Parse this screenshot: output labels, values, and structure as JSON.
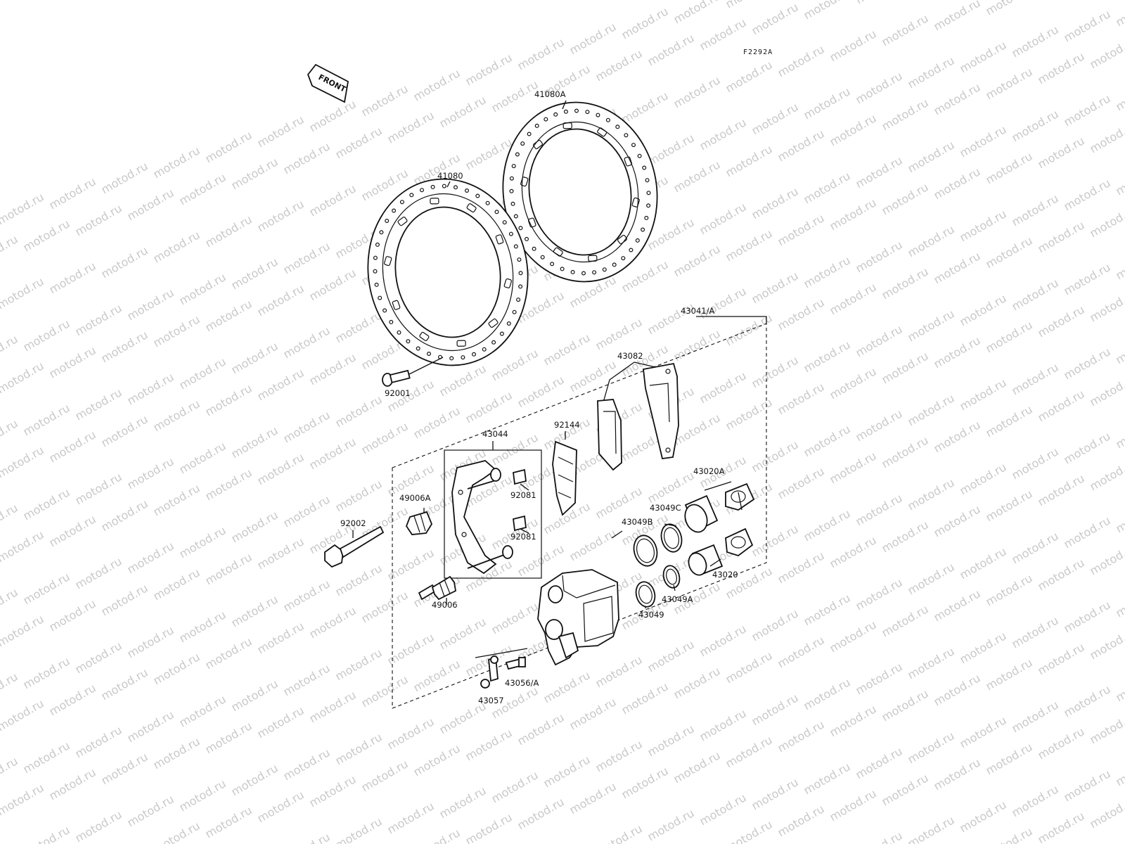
{
  "figure_code": "F2292A",
  "front_label": "FRONT",
  "watermark": "motod.ru",
  "parts": {
    "disc_rear": "41080A",
    "disc_front": "41080",
    "disc_bolt": "92001",
    "caliper_assy": "43041/A",
    "pads": "43082",
    "pad_spring": "92144",
    "bracket": "43044",
    "clip_upper": "92081",
    "clip_lower": "92081",
    "boot_a": "49006A",
    "caliper_bolt": "92002",
    "boot": "49006",
    "piston_a": "43020A",
    "seal_c": "43049C",
    "seal_b": "43049B",
    "piston": "43020",
    "seal_a": "43049A",
    "seal": "43049",
    "bleeder": "43056/A",
    "bleeder_cap": "43057"
  }
}
